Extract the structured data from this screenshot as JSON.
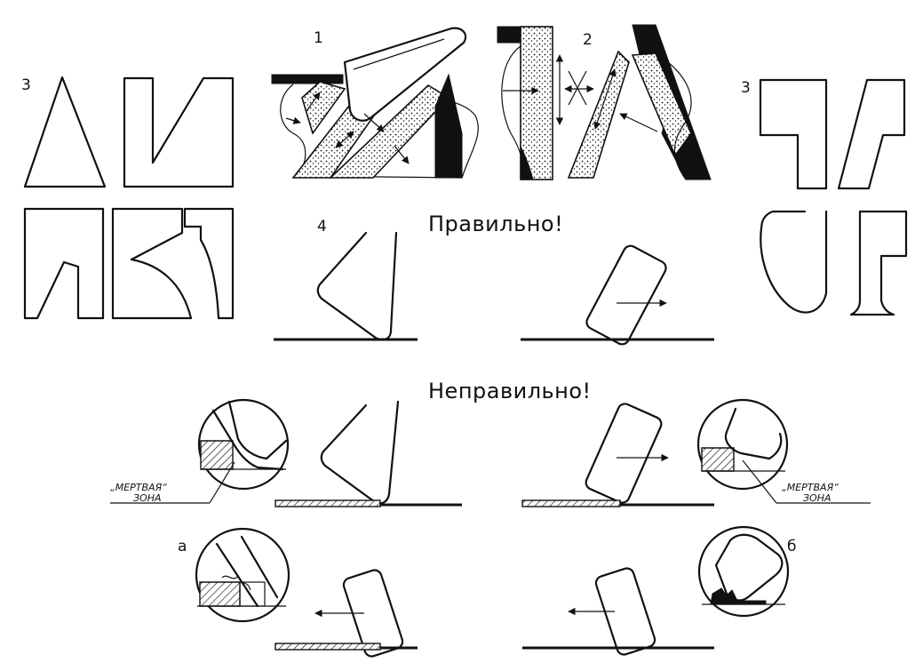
{
  "labels": {
    "fig1": "1",
    "fig2": "2",
    "fig3_left": "3",
    "fig3_right": "3",
    "fig4": "4",
    "fig_a": "а",
    "fig_b": "б"
  },
  "headings": {
    "correct": "Правильно!",
    "incorrect": "Неправильно!"
  },
  "callouts": {
    "dead_zone_left_line1": "„МЕРТВАЯ“",
    "dead_zone_left_line2": "ЗОНА",
    "dead_zone_right_line1": "„МЕРТВАЯ“",
    "dead_zone_right_line2": "ЗОНА"
  }
}
